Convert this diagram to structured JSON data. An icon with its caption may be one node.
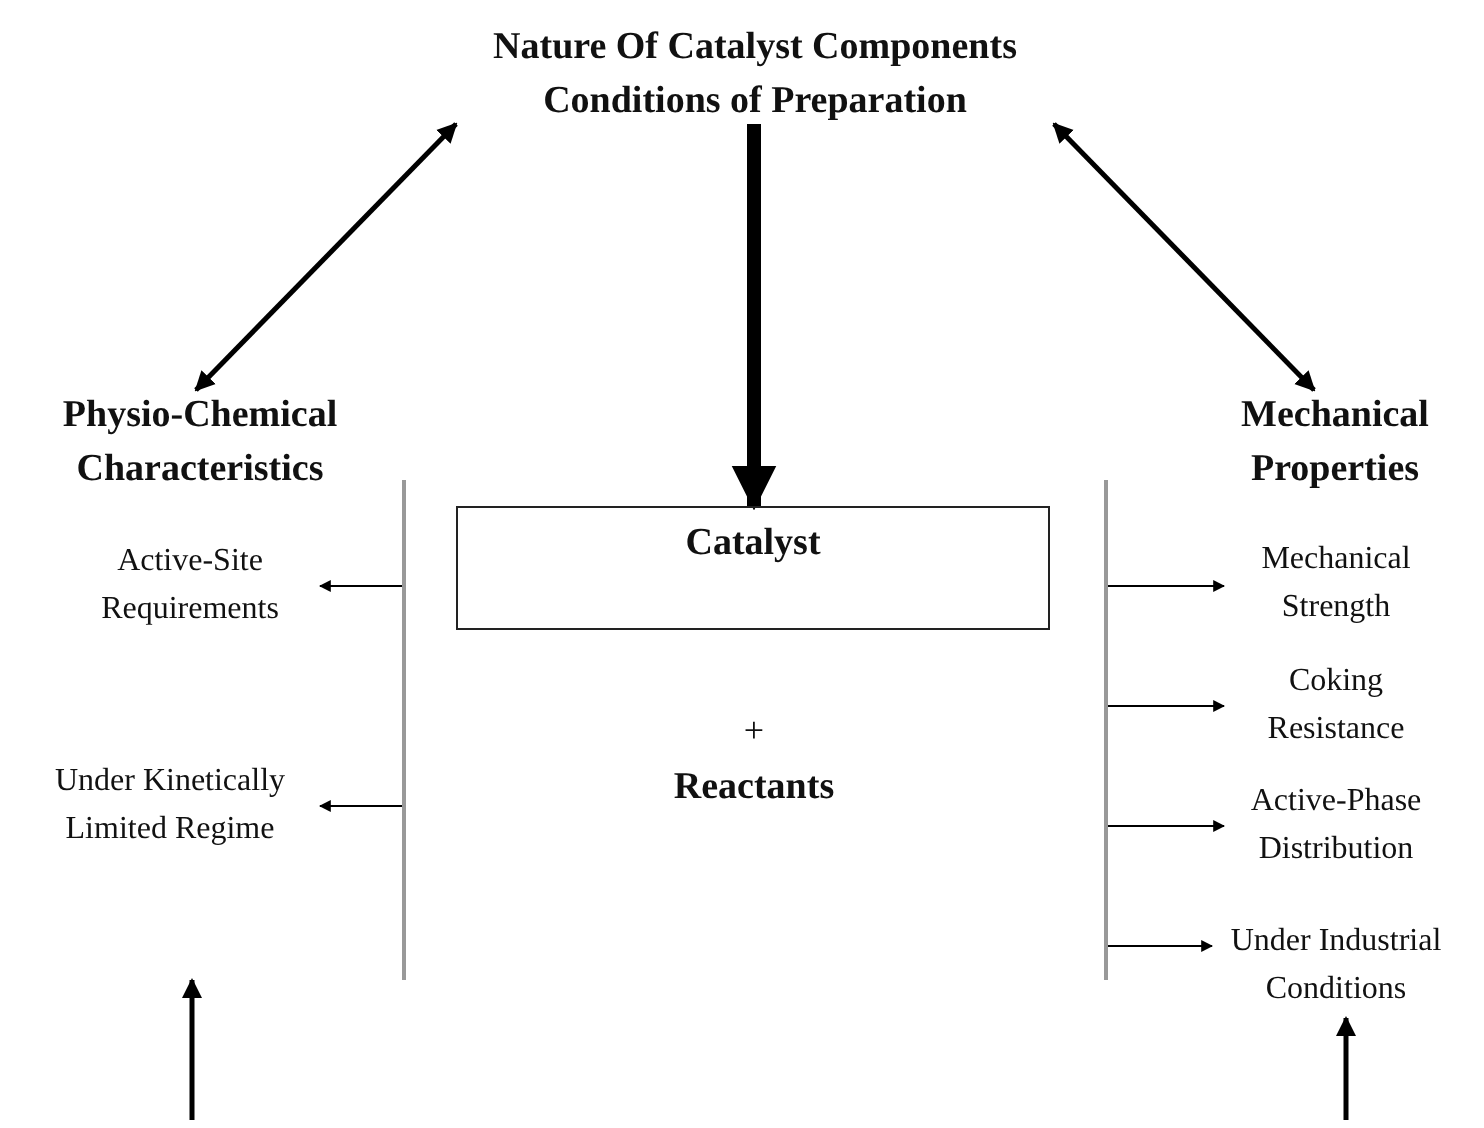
{
  "diagram": {
    "nodes": [
      {
        "text": [
          "Nature Of Catalyst Components",
          "Conditions of Preparation"
        ]
      },
      {
        "text": [
          "Physio-Chemical Characteristics"
        ]
      },
      {
        "text": [
          "Mechanical Properties"
        ]
      },
      {
        "text": [
          "Catalyst"
        ]
      },
      {
        "text": [],
        "shape": "bar"
      },
      {
        "text": [
          "Active-Site Requirements"
        ]
      },
      {
        "text": [
          "Under Kinetically Limited Regime"
        ]
      },
      {
        "text": [],
        "shape": "bar"
      },
      {
        "text": [
          "Mechanical Strength"
        ]
      },
      {
        "text": [
          "Coking Resistance"
        ]
      },
      {
        "text": [
          "Active-Phase Distribution"
        ]
      },
      {
        "text": [
          "Under Industrial Conditions"
        ]
      }
    ],
    "edges": [
      {
        "from": 1,
        "to": 0,
        "arrow": "both",
        "style": "thick"
      },
      {
        "from": 2,
        "to": 0,
        "arrow": "both",
        "style": "thick"
      },
      {
        "from": 0,
        "to": 3,
        "arrow": "to",
        "style": "thick"
      },
      {
        "from": 4,
        "to": 5,
        "arrow": "to"
      },
      {
        "from": 4,
        "to": 6,
        "arrow": "to"
      },
      {
        "from": 7,
        "to": 8,
        "arrow": "to"
      },
      {
        "from": 7,
        "to": 9,
        "arrow": "to"
      },
      {
        "from": 7,
        "to": 10,
        "arrow": "to"
      },
      {
        "from": 7,
        "to": 11,
        "arrow": "to"
      },
      {
        "from": null,
        "to": 11,
        "arrow": "to",
        "style": "thick"
      }
    ],
    "labels": [
      "+",
      "Reactants"
    ]
  }
}
